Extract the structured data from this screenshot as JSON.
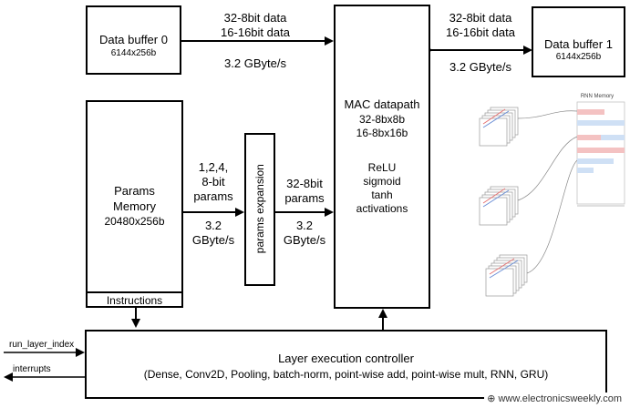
{
  "blocks": {
    "buffer0": {
      "title": "Data buffer 0",
      "size": "6144x256b"
    },
    "buffer1": {
      "title": "Data buffer 1",
      "size": "6144x256b"
    },
    "params": {
      "line1": "Params",
      "line2": "Memory",
      "line3": "20480x256b",
      "instructions": "Instructions"
    },
    "expansion": {
      "label": "params expansion"
    },
    "mac": {
      "title": "MAC datapath",
      "spec1": "32-8bx8b",
      "spec2": "16-8bx16b",
      "act1": "ReLU",
      "act2": "sigmoid",
      "act3": "tanh",
      "act4": "activations"
    },
    "controller": {
      "title": "Layer execution controller",
      "ops": "(Dense, Conv2D, Pooling, batch-norm, point-wise add, point-wise mult, RNN, GRU)"
    }
  },
  "links": {
    "left_bus": {
      "l1": "32-8bit data",
      "l2": "16-16bit data",
      "rate": "3.2 GByte/s"
    },
    "right_bus": {
      "l1": "32-8bit data",
      "l2": "16-16bit data",
      "rate": "3.2 GByte/s"
    },
    "params_in": {
      "l1": "1,2,4,",
      "l2": "8-bit",
      "l3": "params",
      "r1": "3.2",
      "r2": "GByte/s"
    },
    "params_out": {
      "l1": "32-8bit",
      "l2": "params",
      "r1": "3.2",
      "r2": "GByte/s"
    }
  },
  "signals": {
    "in": "run_layer_index",
    "out": "interrupts"
  },
  "thumbnail": {
    "header": "RNN Memory"
  },
  "watermark": "www.electronicsweekly.com"
}
